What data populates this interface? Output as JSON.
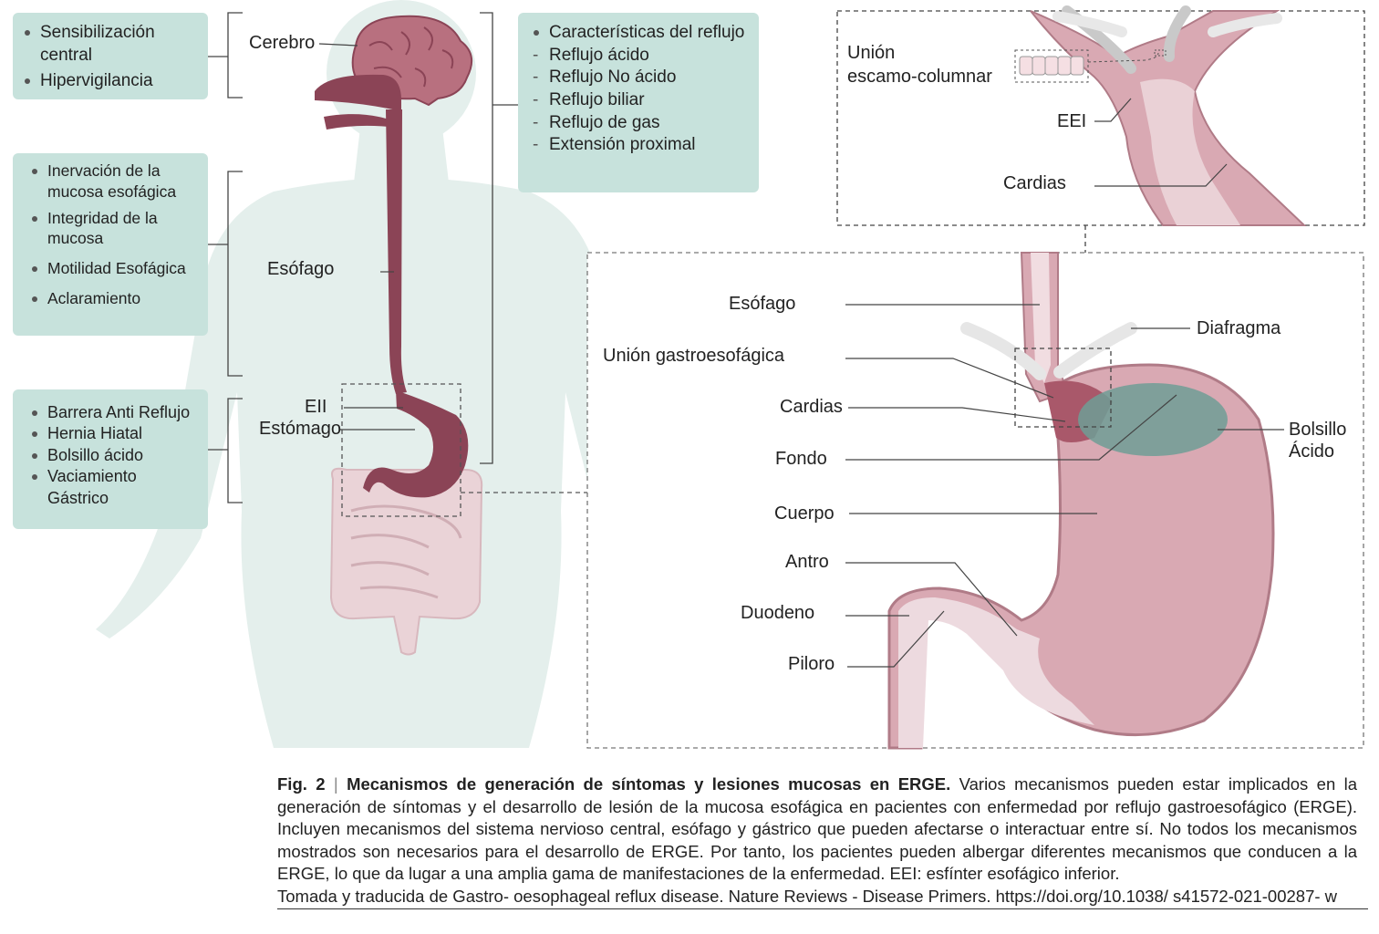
{
  "boxes": {
    "cns": {
      "items": [
        "Sensibilización central",
        "Hipervigilancia"
      ]
    },
    "esophagus": {
      "items": [
        "Inervación de la mucosa esofágica",
        "Integridad de la mucosa",
        "Motilidad Esofágica",
        "Aclaramiento"
      ]
    },
    "gastric": {
      "items": [
        "Barrera Anti Reflujo",
        "Hernia Hiatal",
        "Bolsillo ácido",
        "Vaciamiento Gástrico"
      ]
    },
    "reflux": {
      "title": "Características del reflujo",
      "items": [
        "Reflujo ácido",
        "Reflujo No ácido",
        "Reflujo biliar",
        "Reflujo de gas",
        "Extensión proximal"
      ]
    }
  },
  "body_labels": {
    "brain": "Cerebro",
    "esophagus": "Esófago",
    "lower_sphincter": "EII",
    "stomach": "Estómago"
  },
  "inset_labels": {
    "squamo_line1": "Unión",
    "squamo_line2": "escamo-columnar",
    "les": "EEI",
    "cardia": "Cardias"
  },
  "stomach_labels": {
    "esophagus": "Esófago",
    "gej": "Unión gastroesofágica",
    "cardia": "Cardias",
    "fundus": "Fondo",
    "body": "Cuerpo",
    "antrum": "Antro",
    "duodenum": "Duodeno",
    "pylorus": "Piloro",
    "diaphragm": "Diafragma",
    "acid_pocket_line1": "Bolsillo",
    "acid_pocket_line2": "Ácido"
  },
  "caption": {
    "fig": "Fig. 2",
    "title": "Mecanismos de generación de síntomas y lesiones mucosas en ERGE.",
    "text": "Varios mecanismos pueden estar implicados en la generación de síntomas y el desarrollo de lesión de la mucosa esofágica en pacientes con enfermedad por reflujo gastroesofágico (ERGE). Incluyen mecanismos del sistema nervioso central, esófago y gástrico que pueden afectarse o interactuar entre sí. No todos los mecanismos mostrados son necesarios para el desarrollo de ERGE. Por tanto, los pacientes pueden albergar diferentes mecanismos que conducen a la ERGE, lo que da lugar a una amplia gama de manifestaciones de la enfermedad. EEI: esfínter esofágico inferior.",
    "source": "Tomada y traducida de Gastro- oesophageal reflux disease. Nature Reviews - Disease Primers. https://doi.org/10.1038/ s41572-021-00287- w"
  },
  "colors": {
    "box": "#c7e2dc",
    "silhouette": "#e4efec",
    "organ": "#8b4456",
    "stomach": "#d9a9b3",
    "acid": "#6f9e95"
  }
}
